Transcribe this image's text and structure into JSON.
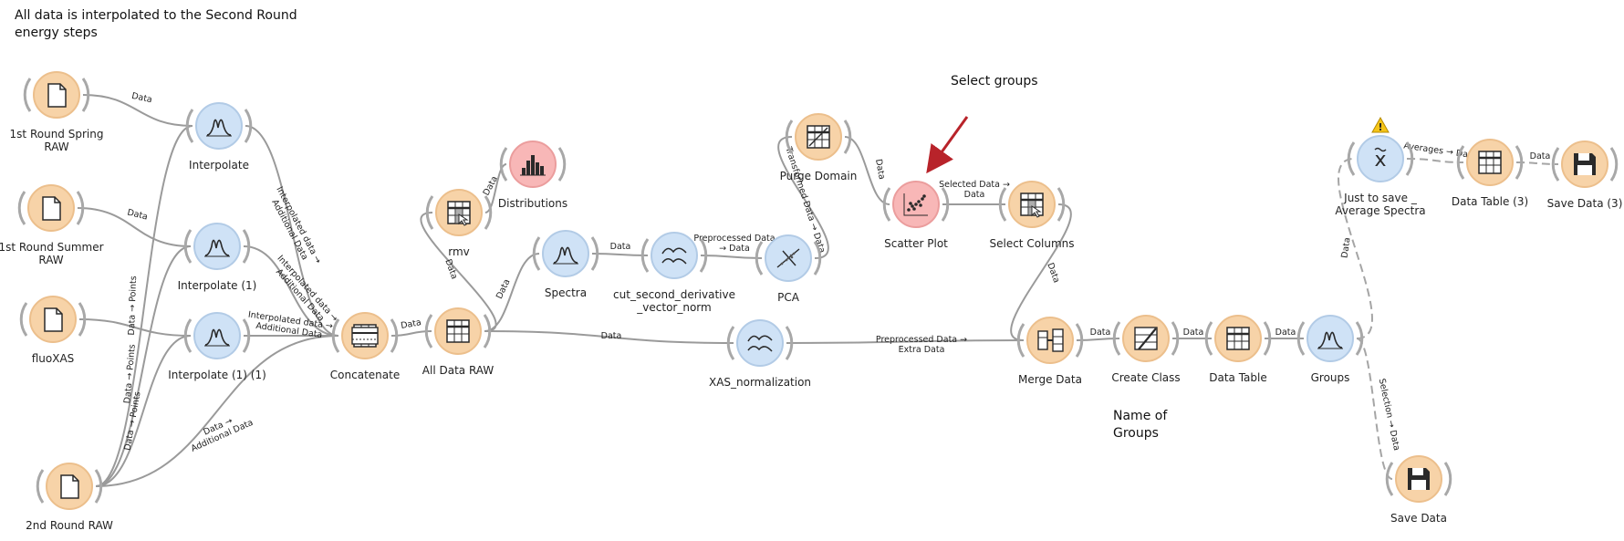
{
  "annotations": {
    "top_note": "All data is interpolated to the Second Round\nenergy steps",
    "select_groups": "Select groups",
    "name_groups": "Name of\nGroups"
  },
  "colors": {
    "data_node": "#f7d3a8",
    "data_ring": "#ecbf8c",
    "transform_node": "#cfe2f6",
    "transform_ring": "#b2cbe6",
    "viz_node": "#f8b7b7",
    "viz_ring": "#eb9d9d",
    "link": "#9a9a9a",
    "arrow": "#c0272d",
    "warning": "#f5c518"
  },
  "nodes": [
    {
      "id": "n_1st_spring",
      "label": "1st Round Spring\nRAW",
      "icon": "file-icon",
      "kind": "data"
    },
    {
      "id": "n_1st_summer",
      "label": "1st Round Summer\nRAW",
      "icon": "file-icon",
      "kind": "data"
    },
    {
      "id": "n_fluoxas",
      "label": "fluoXAS",
      "icon": "file-icon",
      "kind": "data"
    },
    {
      "id": "n_2nd_round",
      "label": "2nd Round RAW",
      "icon": "file-icon",
      "kind": "data"
    },
    {
      "id": "n_interp",
      "label": "Interpolate",
      "icon": "peaks-icon",
      "kind": "transform"
    },
    {
      "id": "n_interp1",
      "label": "Interpolate (1)",
      "icon": "peaks-icon",
      "kind": "transform"
    },
    {
      "id": "n_interp11",
      "label": "Interpolate (1) (1)",
      "icon": "peaks-icon",
      "kind": "transform"
    },
    {
      "id": "n_concat",
      "label": "Concatenate",
      "icon": "concatenate-icon",
      "kind": "data"
    },
    {
      "id": "n_alldata",
      "label": "All Data RAW",
      "icon": "table-icon",
      "kind": "data"
    },
    {
      "id": "n_rmv",
      "label": "rmv",
      "icon": "table-select-icon",
      "kind": "data"
    },
    {
      "id": "n_distrib",
      "label": "Distributions",
      "icon": "histogram-icon",
      "kind": "viz"
    },
    {
      "id": "n_spectra",
      "label": "Spectra",
      "icon": "spectrum-icon",
      "kind": "transform"
    },
    {
      "id": "n_cutderiv",
      "label": "cut_second_derivative\n_vector_norm",
      "icon": "preprocess-icon",
      "kind": "transform"
    },
    {
      "id": "n_pca",
      "label": "PCA",
      "icon": "pca-icon",
      "kind": "transform"
    },
    {
      "id": "n_purge",
      "label": "Purge Domain",
      "icon": "purge-domain-icon",
      "kind": "data"
    },
    {
      "id": "n_scatter",
      "label": "Scatter Plot",
      "icon": "scatter-plot-icon",
      "kind": "viz"
    },
    {
      "id": "n_selcols",
      "label": "Select Columns",
      "icon": "select-columns-icon",
      "kind": "data"
    },
    {
      "id": "n_xasnorm",
      "label": "XAS_normalization",
      "icon": "preprocess-icon",
      "kind": "transform"
    },
    {
      "id": "n_merge",
      "label": "Merge Data",
      "icon": "merge-icon",
      "kind": "data"
    },
    {
      "id": "n_createclass",
      "label": "Create Class",
      "icon": "create-class-icon",
      "kind": "data"
    },
    {
      "id": "n_datatable",
      "label": "Data Table",
      "icon": "table-icon",
      "kind": "data"
    },
    {
      "id": "n_groups",
      "label": "Groups",
      "icon": "peaks-icon",
      "kind": "transform"
    },
    {
      "id": "n_average",
      "label": "Just to save _\nAverage Spectra",
      "icon": "average-icon",
      "kind": "transform",
      "warning": true
    },
    {
      "id": "n_datatable3",
      "label": "Data Table (3)",
      "icon": "table-icon",
      "kind": "data"
    },
    {
      "id": "n_savedata3",
      "label": "Save Data (3)",
      "icon": "save-icon",
      "kind": "data"
    },
    {
      "id": "n_savedata",
      "label": "Save Data",
      "icon": "save-icon",
      "kind": "data"
    }
  ],
  "links": [
    {
      "from": "n_1st_spring",
      "to": "n_interp",
      "label": "Data"
    },
    {
      "from": "n_1st_summer",
      "to": "n_interp1",
      "label": "Data"
    },
    {
      "from": "n_fluoxas",
      "to": "n_interp11",
      "label": ""
    },
    {
      "from": "n_2nd_round",
      "to": "n_interp",
      "label": "Data → Points"
    },
    {
      "from": "n_2nd_round",
      "to": "n_interp1",
      "label": "Data → Points"
    },
    {
      "from": "n_2nd_round",
      "to": "n_interp11",
      "label": "Data → Points"
    },
    {
      "from": "n_2nd_round",
      "to": "n_concat",
      "label": "Data →\nAdditional Data"
    },
    {
      "from": "n_interp",
      "to": "n_concat",
      "label": "Interpolated data →\nAdditional Data"
    },
    {
      "from": "n_interp1",
      "to": "n_concat",
      "label": "Interpolated data →\nAdditional Data"
    },
    {
      "from": "n_interp11",
      "to": "n_concat",
      "label": "Interpolated data →\nAdditional Data"
    },
    {
      "from": "n_concat",
      "to": "n_alldata",
      "label": "Data"
    },
    {
      "from": "n_alldata",
      "to": "n_rmv",
      "label": "Data"
    },
    {
      "from": "n_rmv",
      "to": "n_distrib",
      "label": "Data"
    },
    {
      "from": "n_alldata",
      "to": "n_spectra",
      "label": "Data"
    },
    {
      "from": "n_spectra",
      "to": "n_cutderiv",
      "label": "Data"
    },
    {
      "from": "n_cutderiv",
      "to": "n_pca",
      "label": "Preprocessed Data\n→ Data"
    },
    {
      "from": "n_pca",
      "to": "n_purge",
      "label": "Transformed Data → Data"
    },
    {
      "from": "n_purge",
      "to": "n_scatter",
      "label": "Data"
    },
    {
      "from": "n_scatter",
      "to": "n_selcols",
      "label": "Selected Data →\nData"
    },
    {
      "from": "n_alldata",
      "to": "n_xasnorm",
      "label": "Data"
    },
    {
      "from": "n_xasnorm",
      "to": "n_merge",
      "label": "Preprocessed Data →\nExtra Data"
    },
    {
      "from": "n_selcols",
      "to": "n_merge",
      "label": "Data"
    },
    {
      "from": "n_merge",
      "to": "n_createclass",
      "label": "Data"
    },
    {
      "from": "n_createclass",
      "to": "n_datatable",
      "label": "Data"
    },
    {
      "from": "n_datatable",
      "to": "n_groups",
      "label": "Data"
    },
    {
      "from": "n_groups",
      "to": "n_average",
      "label": "Data",
      "dashed": true
    },
    {
      "from": "n_average",
      "to": "n_datatable3",
      "label": "Averages → Data",
      "dashed": true
    },
    {
      "from": "n_datatable3",
      "to": "n_savedata3",
      "label": "Data",
      "dashed": true
    },
    {
      "from": "n_groups",
      "to": "n_savedata",
      "label": "Selection → Data",
      "dashed": true
    }
  ]
}
